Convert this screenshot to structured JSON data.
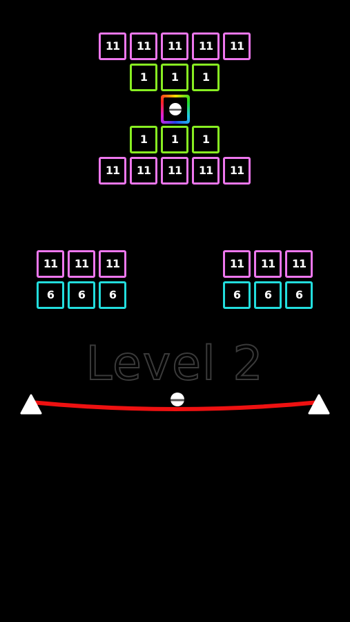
{
  "level": {
    "label": "Level 2"
  },
  "colors": {
    "background": "#000000",
    "pink": "#ee77ee",
    "green": "#88ee22",
    "cyan": "#22dddd",
    "rope": "#ee1111",
    "level_text_outline": "#3a3a3a",
    "anchor": "#ffffff"
  },
  "bricks": {
    "center_top_pink": [
      "11",
      "11",
      "11",
      "11",
      "11"
    ],
    "center_top_green": [
      "1",
      "1",
      "1"
    ],
    "center_bottom_green": [
      "1",
      "1",
      "1"
    ],
    "center_bottom_pink": [
      "11",
      "11",
      "11",
      "11",
      "11"
    ],
    "left_pink": [
      "11",
      "11",
      "11"
    ],
    "left_cyan": [
      "6",
      "6",
      "6"
    ],
    "right_pink": [
      "11",
      "11",
      "11"
    ],
    "right_cyan": [
      "6",
      "6",
      "6"
    ]
  },
  "special": {
    "rainbow_brick_icon": "ball-icon"
  },
  "paddle": {
    "left_anchor_icon": "triangle-icon",
    "right_anchor_icon": "triangle-icon",
    "ball_icon": "ball-icon"
  }
}
